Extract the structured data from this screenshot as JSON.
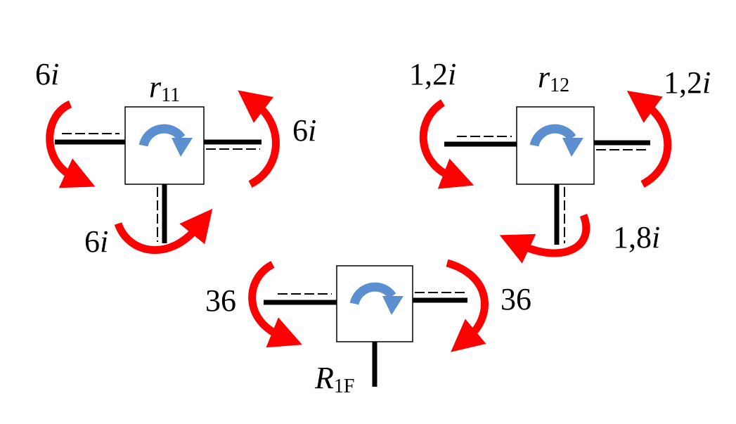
{
  "colors": {
    "moment_arrow": "#ff0000",
    "rotation_arrow": "#5b8fd0",
    "members": "#000000"
  },
  "diagrams": {
    "r11": {
      "title": "r",
      "title_sub": "11",
      "left_moment": {
        "num": "6",
        "var": "i"
      },
      "right_moment": {
        "num": "6",
        "var": "i"
      },
      "bottom_moment": {
        "num": "6",
        "var": "i"
      }
    },
    "r12": {
      "title": "r",
      "title_sub": "12",
      "left_moment": {
        "num": "1,2",
        "var": "i"
      },
      "right_moment": {
        "num": "1,2",
        "var": "i"
      },
      "bottom_moment": {
        "num": "1,8",
        "var": "i"
      }
    },
    "R1F": {
      "title": "R",
      "title_sub": "1F",
      "left_moment": {
        "num": "36"
      },
      "right_moment": {
        "num": "36"
      }
    }
  },
  "icons": [
    "clockwise-rotation-icon",
    "moment-arrow-icon"
  ]
}
